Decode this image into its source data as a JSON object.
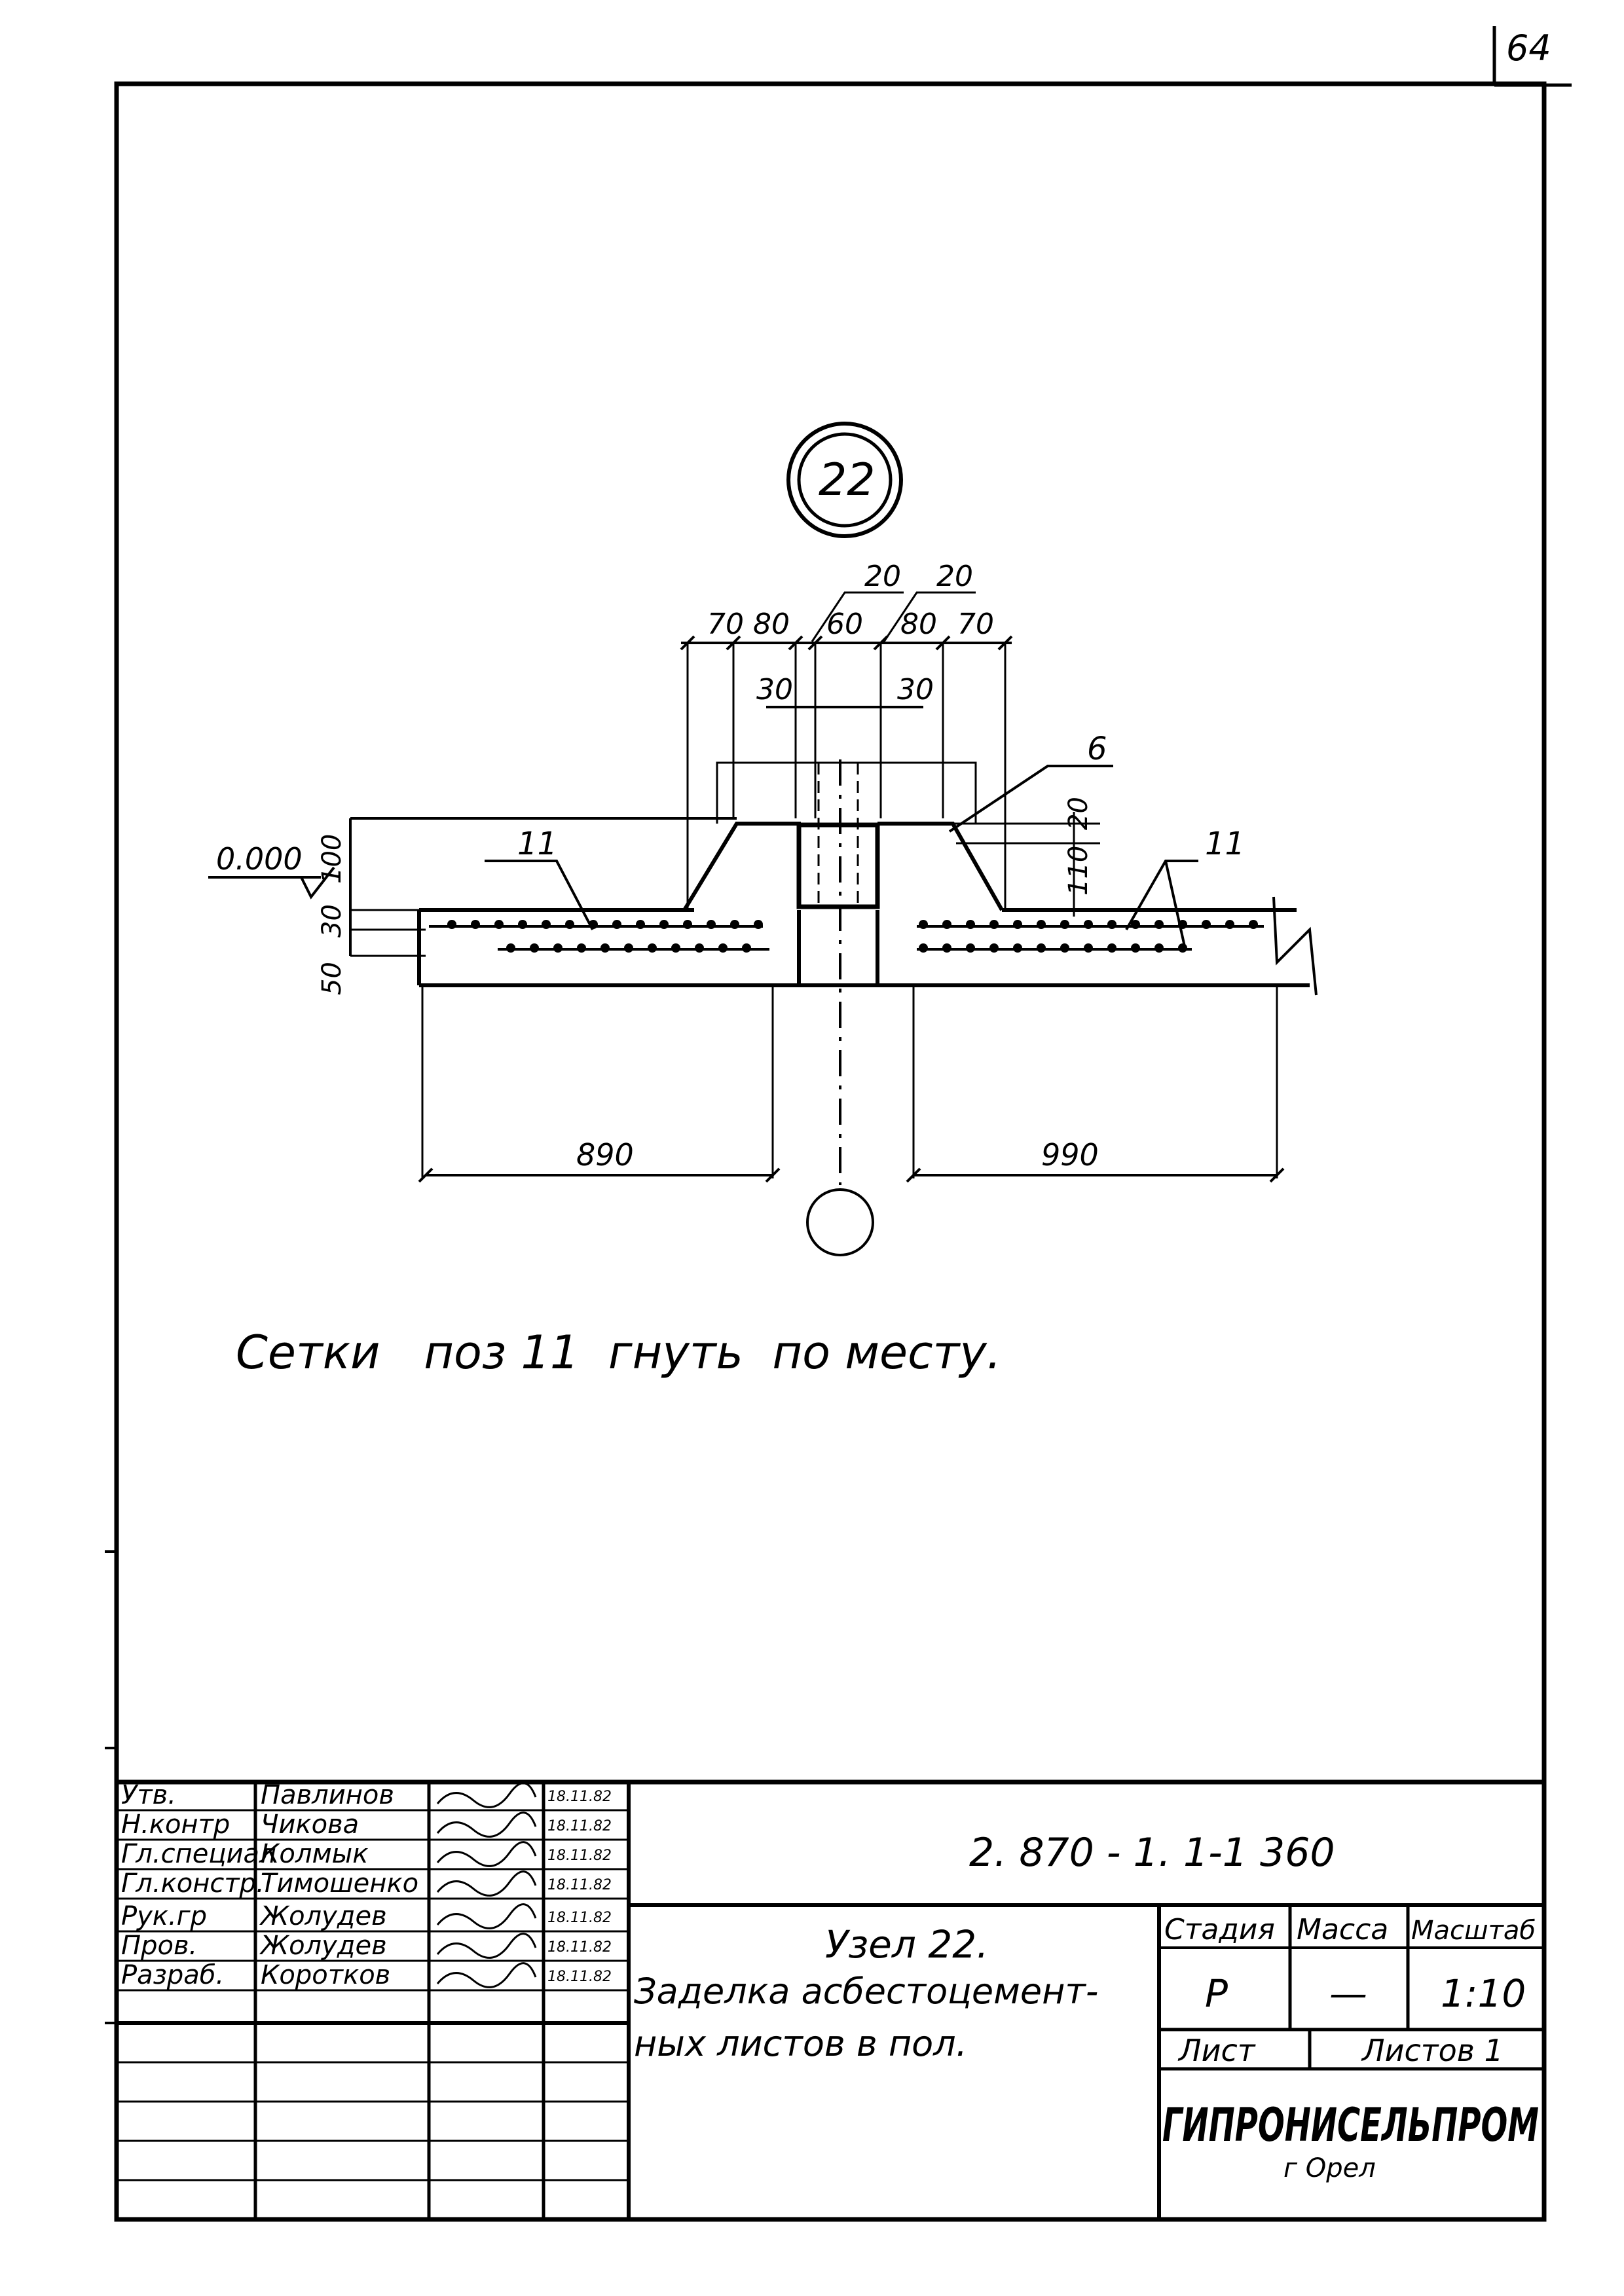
{
  "sheet_number": "64",
  "node_marker": "22",
  "dimensions": {
    "top_row": [
      "70",
      "80",
      "60",
      "80",
      "70"
    ],
    "top_20_left": "20",
    "top_20_right": "20",
    "inner_30_left": "30",
    "inner_30_right": "30",
    "elev_100": "100",
    "elev_30": "30",
    "elev_50": "50",
    "right_20": "20",
    "right_110": "110",
    "bottom_left": "890",
    "bottom_right": "990"
  },
  "level_mark": "0.000",
  "callouts": {
    "pos_11_left": "11",
    "pos_11_right": "11",
    "pos_6": "6"
  },
  "note": "Сетки   поз 11  гнуть  по месту.",
  "title_block": {
    "document_code": "2. 870 - 1. 1-1 360",
    "roles": [
      "Утв.",
      "Н.контр",
      "Гл.специал",
      "Гл.констр.",
      "Рук.гр",
      "Пров.",
      "Разраб."
    ],
    "names": [
      "Павлинов",
      "Чикова",
      "Колмык",
      "Тимошенко",
      "Жолудев",
      "Жолудев",
      "Коротков"
    ],
    "dates": [
      "18.11.82",
      "18.11.82",
      "18.11.82",
      "18.11.82",
      "18.11.82",
      "18.11.82",
      "18.11.82"
    ],
    "title_line1": "Узел 22.",
    "title_line2": "Заделка  асбестоцемент-",
    "title_line3": "ных  листов  в пол.",
    "stage_header": "Стадия",
    "mass_header": "Масса",
    "scale_header": "Масштаб",
    "stage_value": "Р",
    "mass_value": "—",
    "scale_value": "1:10",
    "sheet_label": "Лист",
    "sheets_label": "Листов 1",
    "organization": "ГИПРОНИСЕЛЬПРОМ",
    "organization_city": "г Орел"
  }
}
